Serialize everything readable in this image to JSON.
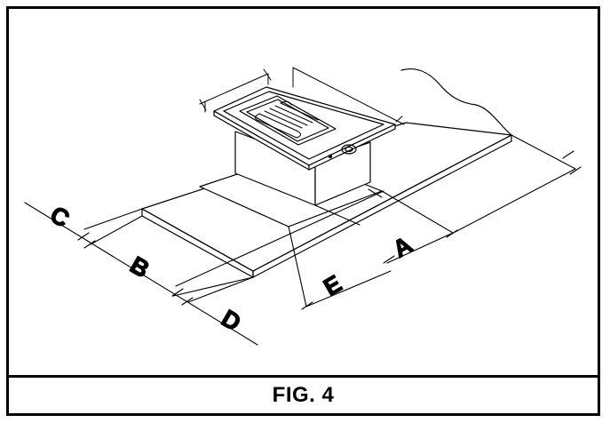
{
  "figure": {
    "caption": "FIG. 4",
    "dimension_labels": {
      "a": "A",
      "b": "B",
      "c": "C",
      "d": "D",
      "e": "E"
    }
  },
  "colors": {
    "ink": "#000000",
    "paper": "#ffffff"
  }
}
